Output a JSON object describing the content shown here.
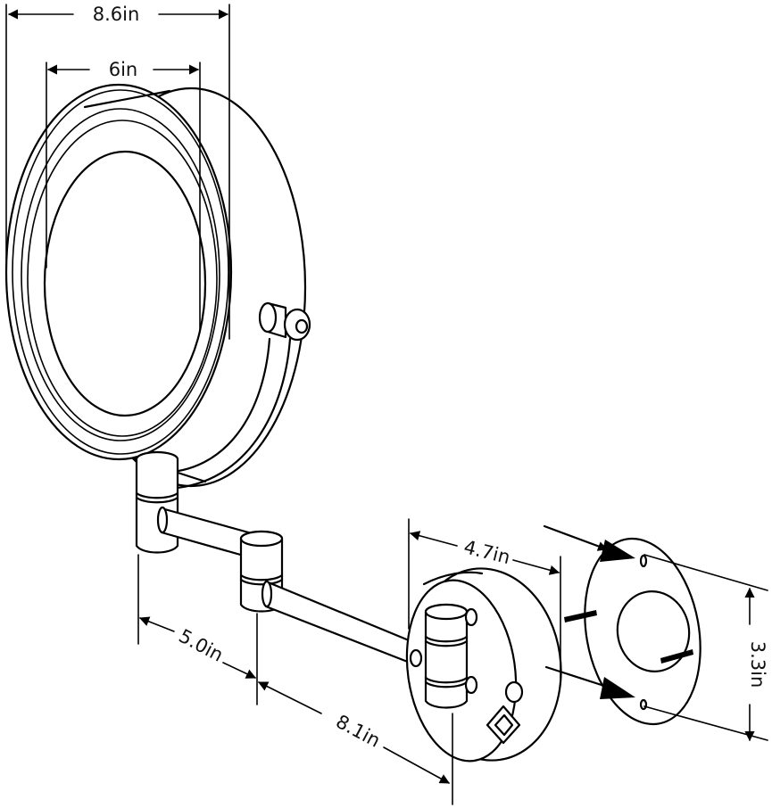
{
  "dimensions": {
    "mirror_diameter": "8.6in",
    "glass_diameter": "6in",
    "arm_short": "5.0in",
    "arm_long": "8.1in",
    "wall_extension": "4.7in",
    "base_diameter": "3.3in"
  }
}
